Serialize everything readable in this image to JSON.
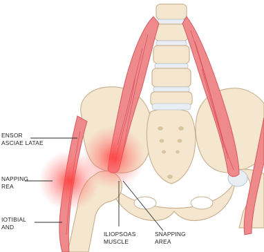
{
  "labels": {
    "tensor": {
      "line1": "ENSOR",
      "line2": "ASCIAE LATAE"
    },
    "snapping_left": {
      "line1": "NAPPING",
      "line2": "REA"
    },
    "iliotibial": {
      "line1": "IOTIBIAL",
      "line2": "AND"
    },
    "iliopsoas": {
      "line1": "ILIOPSOAS",
      "line2": "MUSCLE"
    },
    "snapping_center": {
      "line1": "SNAPPING",
      "line2": "AREA"
    }
  },
  "colors": {
    "bone_fill": "#f5e6cf",
    "bone_stroke": "#c9b392",
    "disc_fill": "#e8eef4",
    "muscle_fill": "#ef8a8c",
    "muscle_line": "#d8565c",
    "glow": "#ff3b3b",
    "leader": "#2a2a2a"
  }
}
